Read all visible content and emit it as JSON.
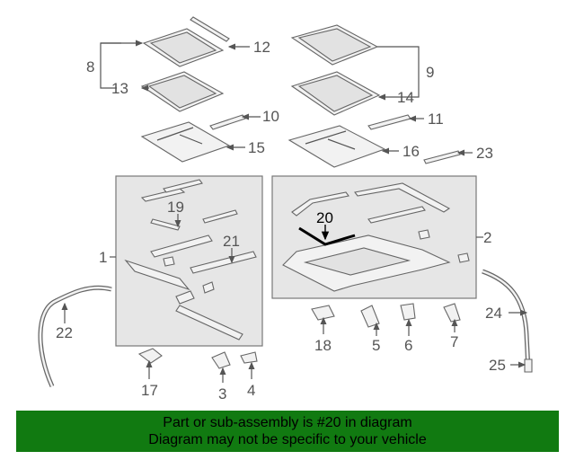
{
  "callouts": {
    "c1": "1",
    "c2": "2",
    "c3": "3",
    "c4": "4",
    "c5": "5",
    "c6": "6",
    "c7": "7",
    "c8": "8",
    "c9": "9",
    "c10": "10",
    "c11": "11",
    "c12": "12",
    "c13": "13",
    "c14": "14",
    "c15": "15",
    "c16": "16",
    "c17": "17",
    "c18": "18",
    "c19": "19",
    "c20": "20",
    "c21": "21",
    "c22": "22",
    "c23": "23",
    "c24": "24",
    "c25": "25"
  },
  "highlight": {
    "color": "#000000",
    "part": "20"
  },
  "banner": {
    "line1": "Part or sub-assembly is #20 in diagram",
    "line2": "Diagram may not be specific to your vehicle",
    "background": "#117a11"
  }
}
